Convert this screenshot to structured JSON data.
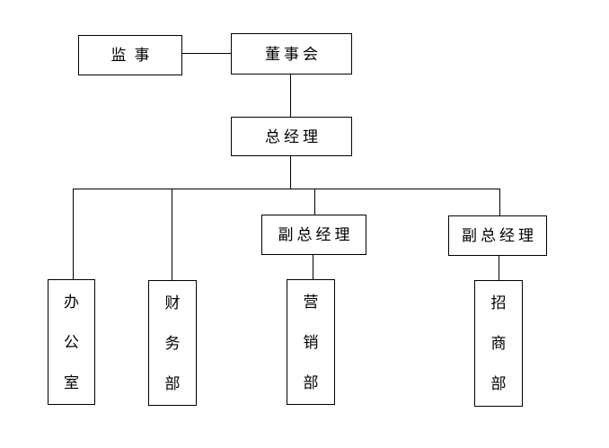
{
  "diagram": {
    "type": "org-chart",
    "background_color": "#ffffff",
    "line_color": "#000000",
    "text_color": "#000000",
    "nodes": {
      "supervisor": {
        "label": "监事",
        "orientation": "horizontal"
      },
      "board": {
        "label": "董事会",
        "orientation": "horizontal"
      },
      "general_manager": {
        "label": "总经理",
        "orientation": "horizontal"
      },
      "deputy_gm_left": {
        "label": "副总经理",
        "orientation": "horizontal"
      },
      "deputy_gm_right": {
        "label": "副总经理",
        "orientation": "horizontal"
      },
      "office": {
        "label": "办公室",
        "orientation": "vertical"
      },
      "finance_dept": {
        "label": "财务部",
        "orientation": "vertical"
      },
      "marketing_dept": {
        "label": "营销部",
        "orientation": "vertical"
      },
      "investment_dept": {
        "label": "招商部",
        "orientation": "vertical"
      }
    },
    "edges": [
      {
        "from": "supervisor",
        "to": "board"
      },
      {
        "from": "board",
        "to": "general_manager"
      },
      {
        "from": "general_manager",
        "to": "office"
      },
      {
        "from": "general_manager",
        "to": "finance_dept"
      },
      {
        "from": "general_manager",
        "to": "deputy_gm_left"
      },
      {
        "from": "general_manager",
        "to": "deputy_gm_right"
      },
      {
        "from": "deputy_gm_left",
        "to": "marketing_dept"
      },
      {
        "from": "deputy_gm_right",
        "to": "investment_dept"
      }
    ]
  }
}
